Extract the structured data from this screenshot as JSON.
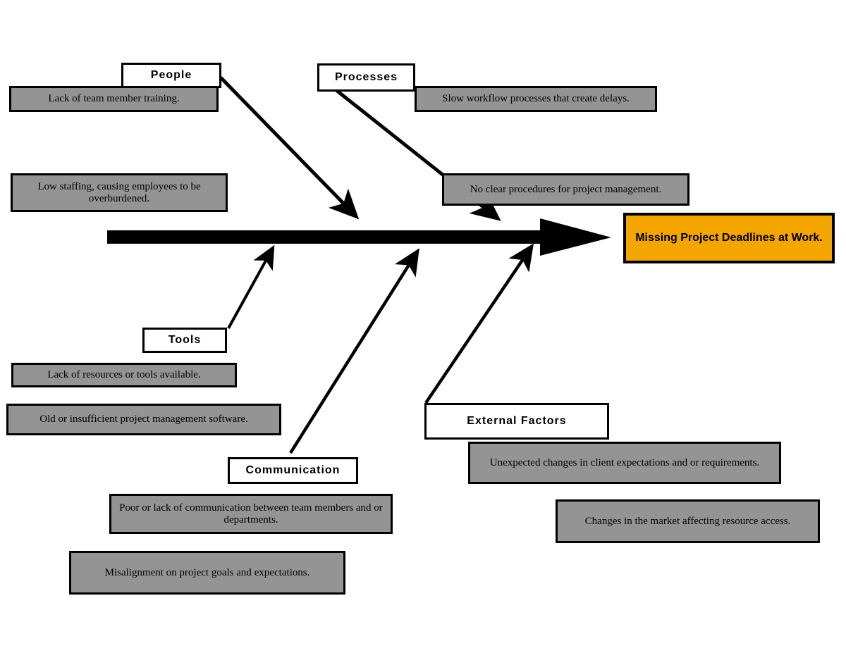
{
  "diagram": {
    "type": "fishbone-ishikawa",
    "effect": {
      "label": "Missing Project Deadlines at Work.",
      "color": "#f5a500"
    },
    "colors": {
      "cause_fill": "#949494",
      "category_fill": "#ffffff",
      "effect_fill": "#f5a500",
      "outline": "#000000",
      "background": "#ffffff"
    },
    "spine": {
      "name": "main-spine-arrow",
      "direction": "left-to-right"
    },
    "categories": [
      {
        "id": "people",
        "label": "People",
        "side": "top",
        "causes": [
          "Lack of team member training.",
          "Low staffing, causing employees to be overburdened."
        ]
      },
      {
        "id": "processes",
        "label": "Processes",
        "side": "top",
        "causes": [
          "Slow workflow processes that create delays.",
          "No clear procedures for project management."
        ]
      },
      {
        "id": "tools",
        "label": "Tools",
        "side": "bottom",
        "causes": [
          "Lack of resources or tools available.",
          "Old or insufficient project management software."
        ]
      },
      {
        "id": "communication",
        "label": "Communication",
        "side": "bottom",
        "causes": [
          "Poor or lack of communication between team members and or departments.",
          "Misalignment on project goals and expectations."
        ]
      },
      {
        "id": "external-factors",
        "label": "External Factors",
        "side": "bottom",
        "causes": [
          "Unexpected changes in client expectations and or requirements.",
          "Changes in the market affecting resource access."
        ]
      }
    ]
  }
}
